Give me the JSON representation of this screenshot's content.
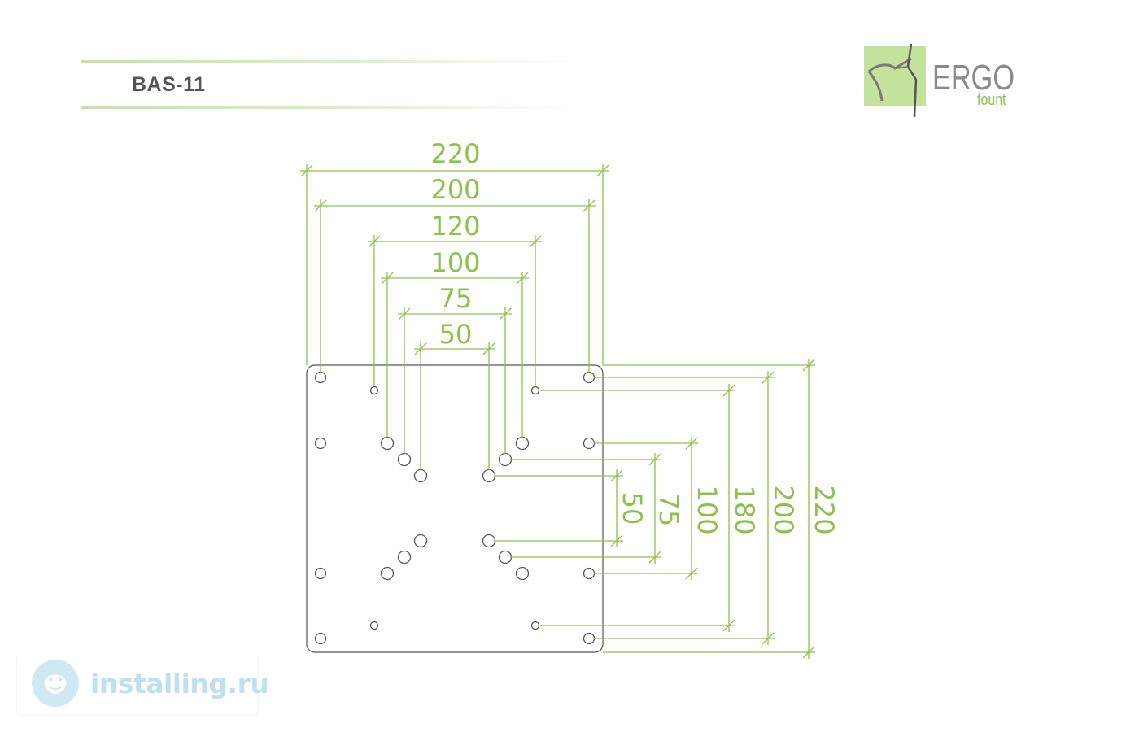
{
  "header": {
    "model": "BAS-11"
  },
  "brand": {
    "name": "ERGO",
    "sub": "fount"
  },
  "colors": {
    "accent": "#8cc14a",
    "plate": "#555555",
    "logo_bg": "#c3e29c"
  },
  "plate": {
    "outer_size_mm": 220,
    "hole_patterns_horizontal_mm": [
      50,
      75,
      100,
      120,
      200
    ],
    "hole_patterns_vertical_mm": [
      50,
      75,
      100,
      180,
      200
    ]
  },
  "dimensions": {
    "horizontal": [
      {
        "key": "w220",
        "label": "220"
      },
      {
        "key": "w200",
        "label": "200"
      },
      {
        "key": "w120",
        "label": "120"
      },
      {
        "key": "w100",
        "label": "100"
      },
      {
        "key": "w75",
        "label": "75"
      },
      {
        "key": "w50",
        "label": "50"
      }
    ],
    "vertical": [
      {
        "key": "h50",
        "label": "50"
      },
      {
        "key": "h75",
        "label": "75"
      },
      {
        "key": "h100",
        "label": "100"
      },
      {
        "key": "h180",
        "label": "180"
      },
      {
        "key": "h200",
        "label": "200"
      },
      {
        "key": "h220",
        "label": "220"
      }
    ]
  },
  "watermark": {
    "text": "installing.ru",
    "icon": "frog-badge-icon"
  }
}
